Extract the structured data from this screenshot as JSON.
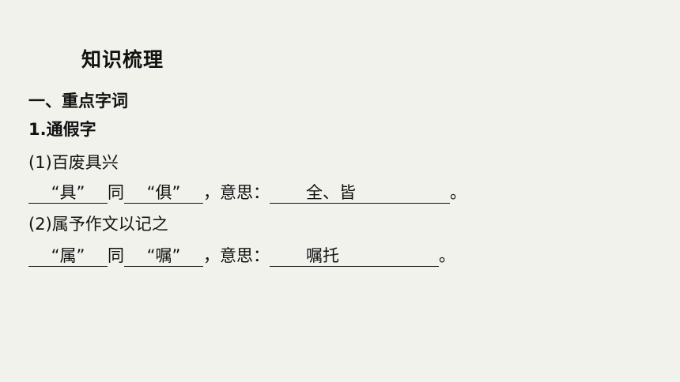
{
  "slide_title": "知识梳理",
  "section_heading": "一、重点字词",
  "subsection_heading": "1.通假字",
  "items": [
    {
      "example": "(1)百废具兴",
      "tongjia_char": "“具”",
      "tong": "同",
      "ben_char": "“俱”",
      "meaning_prefix": "，意思：",
      "meaning": "全、皆",
      "end": "。"
    },
    {
      "example": "(2)属予作文以记之",
      "tongjia_char": "“属”",
      "tong": "同",
      "ben_char": "“嘱”",
      "meaning_prefix": "，意思：",
      "meaning": "嘱托",
      "end": "。"
    }
  ]
}
